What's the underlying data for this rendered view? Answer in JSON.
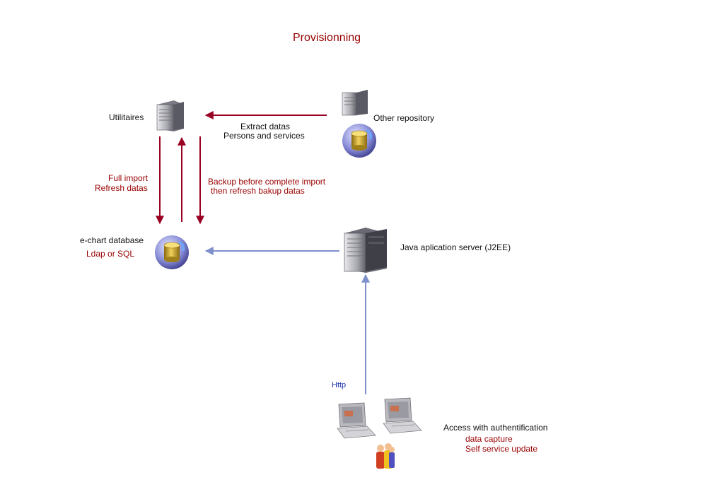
{
  "title": "Provisionning",
  "nodes": {
    "utilitaires": {
      "label": "Utilitaires",
      "icon": "server-icon"
    },
    "other_repository": {
      "label": "Other repository",
      "icons": [
        "server-icon",
        "database-icon"
      ]
    },
    "echart_database": {
      "label": "e-chart database",
      "sublabel": "Ldap or SQL",
      "icon": "database-icon"
    },
    "java_server": {
      "label": "Java aplication server (J2EE)",
      "icon": "server-tower-icon"
    },
    "clients": {
      "label": "Access with authentification",
      "sublabels": [
        "data capture",
        "Self service update"
      ],
      "icons": [
        "laptop-icon",
        "laptop-icon",
        "users-icon"
      ]
    }
  },
  "edges": {
    "extract": {
      "lines": [
        "Extract datas",
        "Persons and services"
      ]
    },
    "full_import": {
      "lines": [
        "Full import",
        "Refresh datas"
      ]
    },
    "backup": {
      "lines": [
        "Backup before complete import",
        "then refresh bakup datas"
      ]
    },
    "http": {
      "label": "Http"
    }
  },
  "colors": {
    "red_arrow": "#990022",
    "blue_arrow": "#7f90cc",
    "red_text": "#990000",
    "blue_text": "#1a33aa"
  }
}
